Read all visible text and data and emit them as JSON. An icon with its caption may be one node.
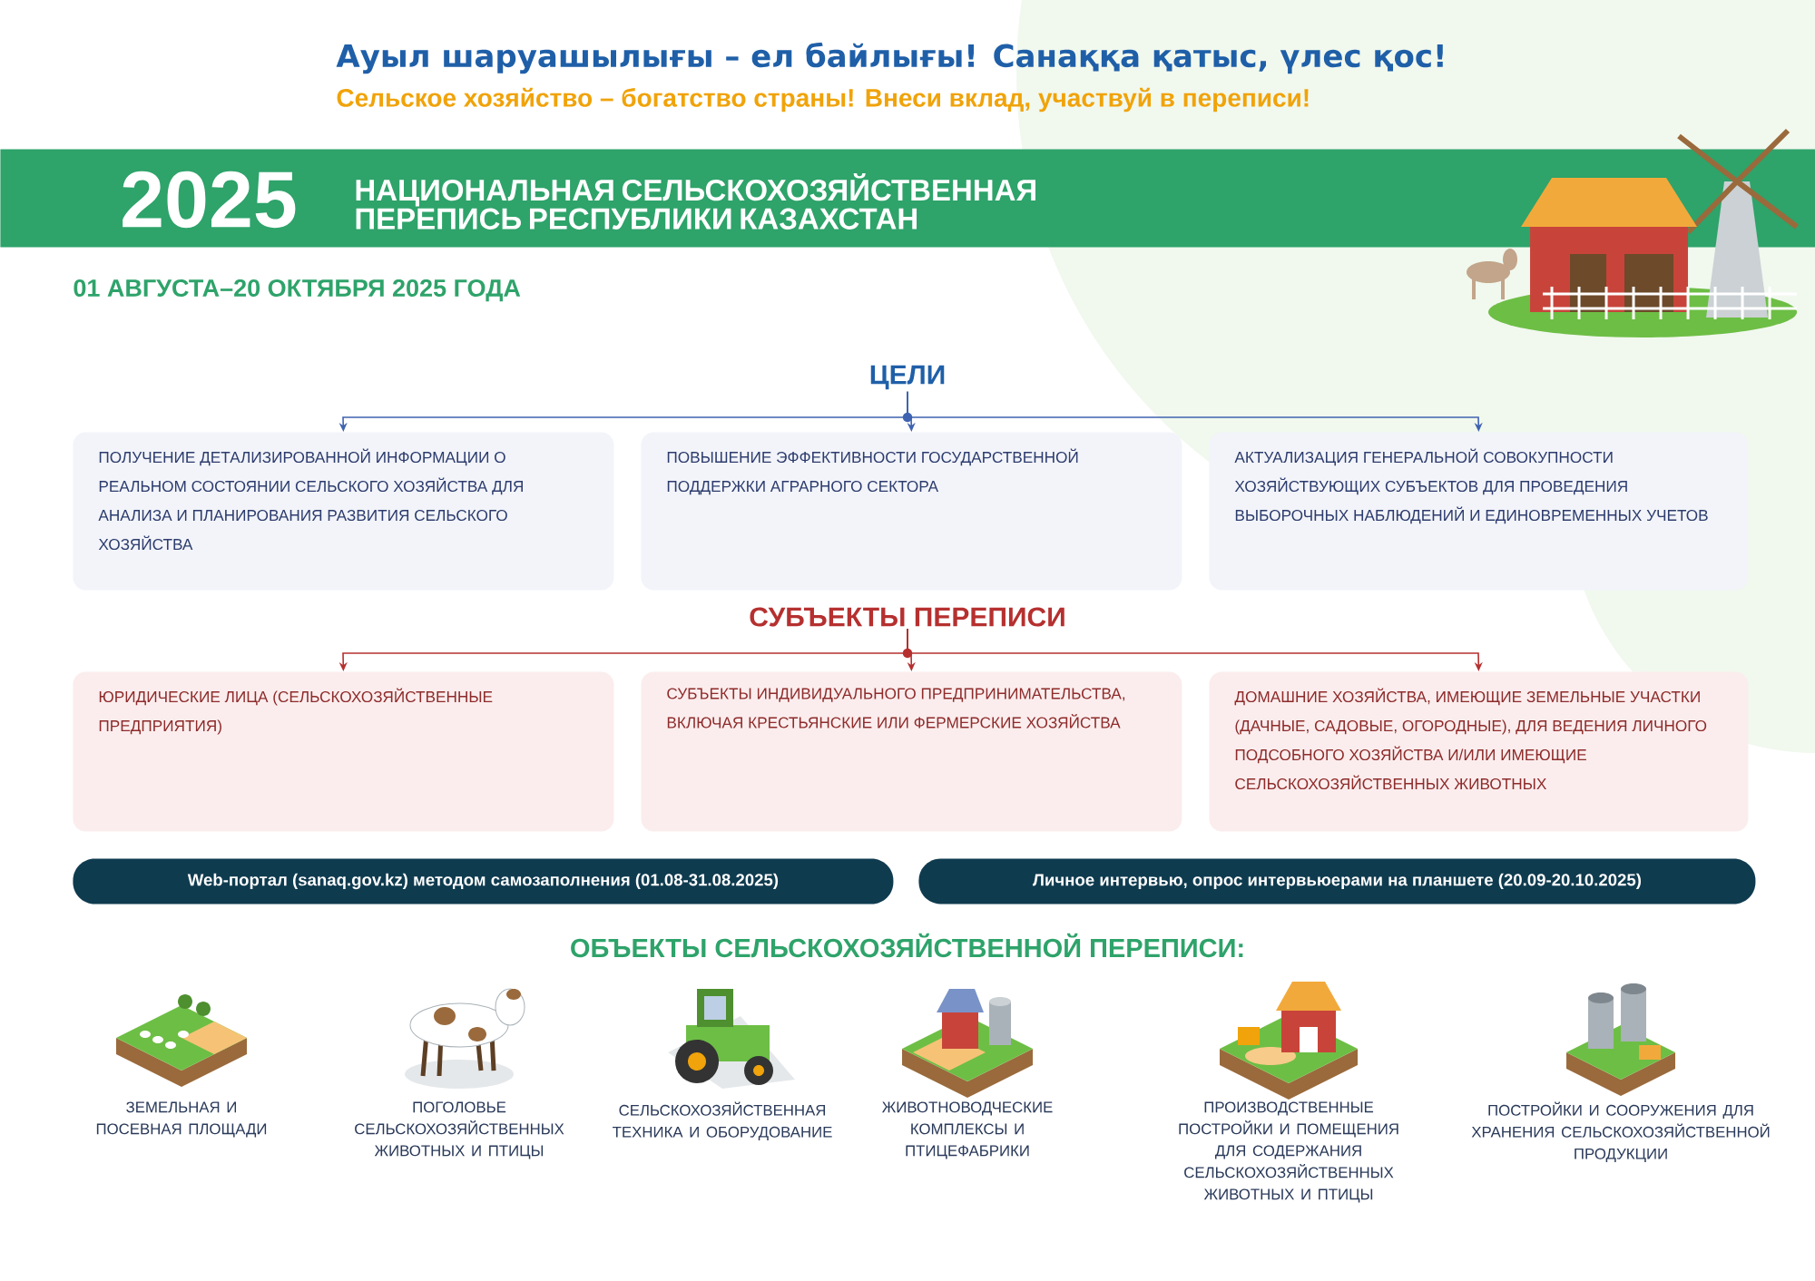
{
  "diagram": {
    "title": "Ауыл шаруашылығы – ел байлығы! Санаққа қатыс, үлес қос!",
    "nodes": [
      {
        "text": [
          "2025",
          "НАЦИОНАЛЬНАЯ СЕЛЬСКОХОЗЯЙСТВЕННАЯ ПЕРЕПИСЬ РЕСПУБЛИКИ КАЗАХСТАН"
        ]
      },
      {
        "text": [
          "ЦЕЛИ"
        ]
      },
      {
        "text": [
          "ПОЛУЧЕНИЕ ДЕТАЛИЗИРОВАННОЙ ИНФОРМАЦИИ О РЕАЛЬНОМ СОСТОЯНИИ СЕЛЬСКОГО ХОЗЯЙСТВА ДЛЯ АНАЛИЗА И ПЛАНИРОВАНИЯ РАЗВИТИЯ СЕЛЬСКОГО ХОЗЯЙСТВА"
        ]
      },
      {
        "text": [
          "ПОВЫШЕНИЕ ЭФФЕКТИВНОСТИ ГОСУДАРСТВЕННОЙ ПОДДЕРЖКИ АГРАРНОГО СЕКТОРА"
        ]
      },
      {
        "text": [
          "АКТУАЛИЗАЦИЯ ГЕНЕРАЛЬНОЙ СОВОКУПНОСТИ ХОЗЯЙСТВУЮЩИХ СУБЪЕКТОВ ДЛЯ ПРОВЕДЕНИЯ ВЫБОРОЧНЫХ НАБЛЮДЕНИЙ И ЕДИНОВРЕМЕННЫХ УЧЕТОВ"
        ]
      },
      {
        "text": [
          "СУБЪЕКТЫ ПЕРЕПИСИ"
        ]
      },
      {
        "text": [
          "ЮРИДИЧЕСКИЕ ЛИЦА (СЕЛЬСКОХОЗЯЙСТВЕННЫЕ ПРЕДПРИЯТИЯ)"
        ]
      },
      {
        "text": [
          "СУБЪЕКТЫ ИНДИВИДУАЛЬНОГО ПРЕДПРИНИМАТЕЛЬСТВА, ВКЛЮЧАЯ КРЕСТЬЯНСКИЕ ИЛИ ФЕРМЕРСКИЕ ХОЗЯЙСТВА"
        ]
      },
      {
        "text": [
          "ДОМАШНИЕ ХОЗЯЙСТВА, ИМЕЮЩИЕ ЗЕМЕЛЬНЫЕ УЧАСТКИ (ДАЧНЫЕ, САДОВЫЕ, ОГОРОДНЫЕ), ДЛЯ ВЕДЕНИЯ ЛИЧНОГО ПОДСОБНОГО ХОЗЯЙСТВА И/ИЛИ ИМЕЮЩИЕ СЕЛЬСКОХОЗЯЙСТВЕННЫХ ЖИВОТНЫХ"
        ]
      },
      {
        "text": [
          "Web-портал (sanaq.gov.kz) методом самозаполнения (01.08-31.08.2025)"
        ]
      },
      {
        "text": [
          "Личное интервью, опрос интервьюерами на планшете (20.09-20.10.2025)"
        ]
      }
    ],
    "edges": [
      {
        "from": 1,
        "to": 2,
        "arrow": "to",
        "color": "#3f63b0"
      },
      {
        "from": 1,
        "to": 3,
        "arrow": "to",
        "color": "#3f63b0"
      },
      {
        "from": 1,
        "to": 4,
        "arrow": "to",
        "color": "#3f63b0"
      },
      {
        "from": 5,
        "to": 6,
        "arrow": "to",
        "color": "#b5302f"
      },
      {
        "from": 5,
        "to": 7,
        "arrow": "to",
        "color": "#b5302f"
      },
      {
        "from": 5,
        "to": 8,
        "arrow": "to",
        "color": "#b5302f"
      }
    ],
    "labels": [
      "Сельское хозяйство – богатство страны! Внеси вклад, участвуй в переписи!",
      "01 АВГУСТА–20 ОКТЯБРЯ 2025 ГОДА",
      "ОБЪЕКТЫ СЕЛЬСКОХОЗЯЙСТВЕННОЙ ПЕРЕПИСИ:",
      "ЗЕМЕЛЬНАЯ И ПОСЕВНАЯ ПЛОЩАДИ",
      "ПОГОЛОВЬЕ СЕЛЬСКОХОЗЯЙСТВЕННЫХ ЖИВОТНЫХ И ПТИЦЫ",
      "СЕЛЬСКОХОЗЯЙСТВЕННАЯ ТЕХНИКА И ОБОРУДОВАНИЕ",
      "ЖИВОТНОВОДЧЕСКИЕ КОМПЛЕКСЫ И ПТИЦЕФАБРИКИ",
      "ПРОИЗВОДСТВЕННЫЕ ПОСТРОЙКИ И ПОМЕЩЕНИЯ ДЛЯ СОДЕРЖАНИЯ СЕЛЬСКОХОЗЯЙСТВЕННЫХ ЖИВОТНЫХ И ПТИЦЫ",
      "ПОСТРОЙКИ И СООРУЖЕНИЯ ДЛЯ ХРАНЕНИЯ СЕЛЬСКОХОЗЯЙСТВЕННОЙ ПРОДУКЦИИ"
    ]
  }
}
